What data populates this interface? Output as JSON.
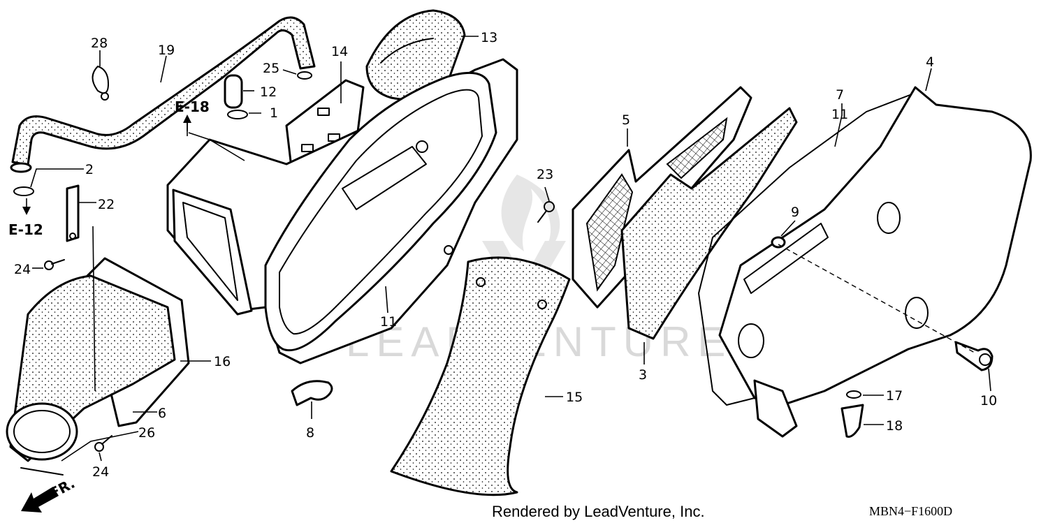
{
  "callouts": {
    "c1": "1",
    "c2": "2",
    "c3": "3",
    "c4": "4",
    "c5": "5",
    "c6": "6",
    "c7": "7",
    "c8": "8",
    "c9": "9",
    "c10": "10",
    "c11a": "11",
    "c11b": "11",
    "c12": "12",
    "c13": "13",
    "c14": "14",
    "c15": "15",
    "c16": "16",
    "c17": "17",
    "c18": "18",
    "c19": "19",
    "c22": "22",
    "c23": "23",
    "c24a": "24",
    "c24b": "24",
    "c25": "25",
    "c26": "26",
    "c28": "28"
  },
  "references": {
    "e18": "E-18",
    "e12": "E-12",
    "front": "FR."
  },
  "watermark": "LEADVENTURE",
  "footer": {
    "credit": "Rendered by LeadVenture, Inc.",
    "diagram_code": "MBN4−F1600D"
  }
}
